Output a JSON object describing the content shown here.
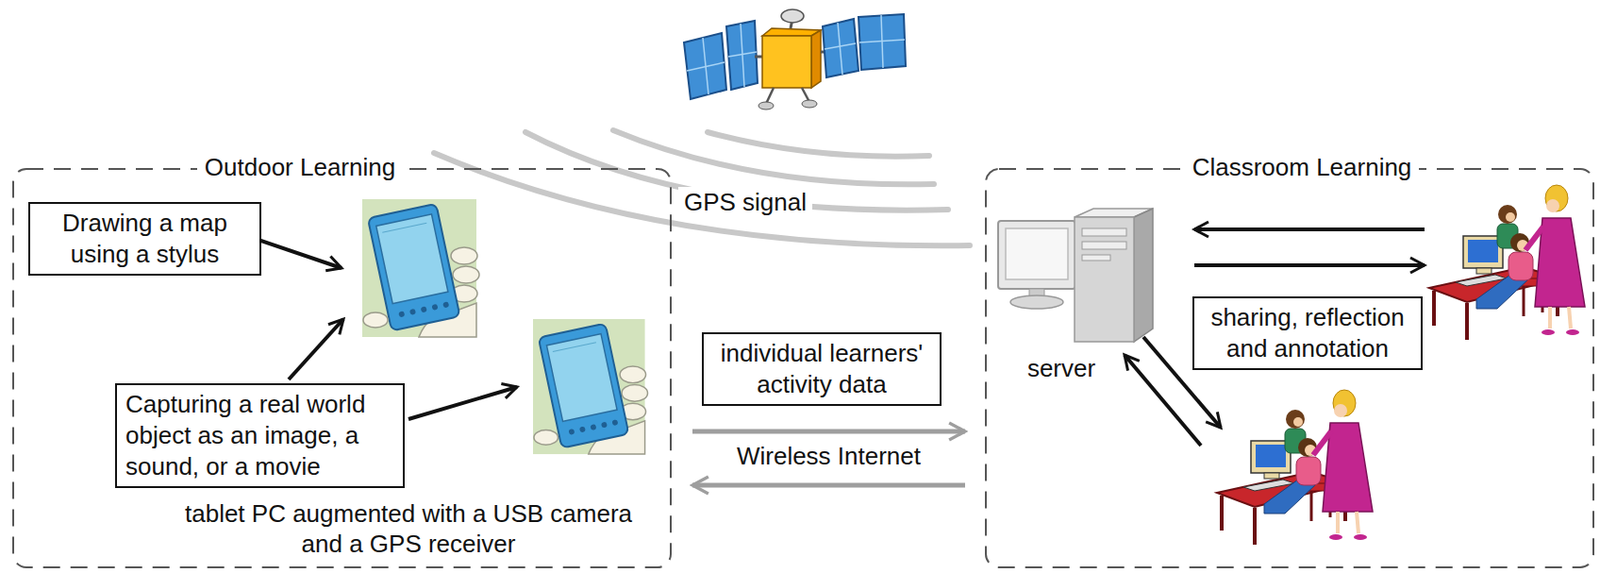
{
  "diagram": {
    "nodes": [
      {
        "text": [
          "Outdoor Learning"
        ]
      },
      {
        "text": [
          "Drawing a map using a stylus"
        ],
        "in": 0
      },
      {
        "text": [
          "Capturing a real world object as an image, a sound, or a movie"
        ],
        "in": 0
      },
      {
        "text": [
          "Classroom Learning"
        ]
      },
      {
        "text": [
          "server"
        ],
        "in": 3
      },
      {
        "text": [
          "sharing, reflection and annotation"
        ],
        "in": 3
      },
      {
        "text": [
          "individual learners' activity data"
        ]
      }
    ],
    "edges": [
      {
        "from": 0,
        "to": 3,
        "arrow": "to"
      },
      {
        "from": 3,
        "to": 0,
        "label": "Wireless Internet",
        "arrow": "to"
      }
    ],
    "labels": [
      "GPS signal",
      "tablet PC augmented with a USB camera and a GPS receiver"
    ]
  }
}
